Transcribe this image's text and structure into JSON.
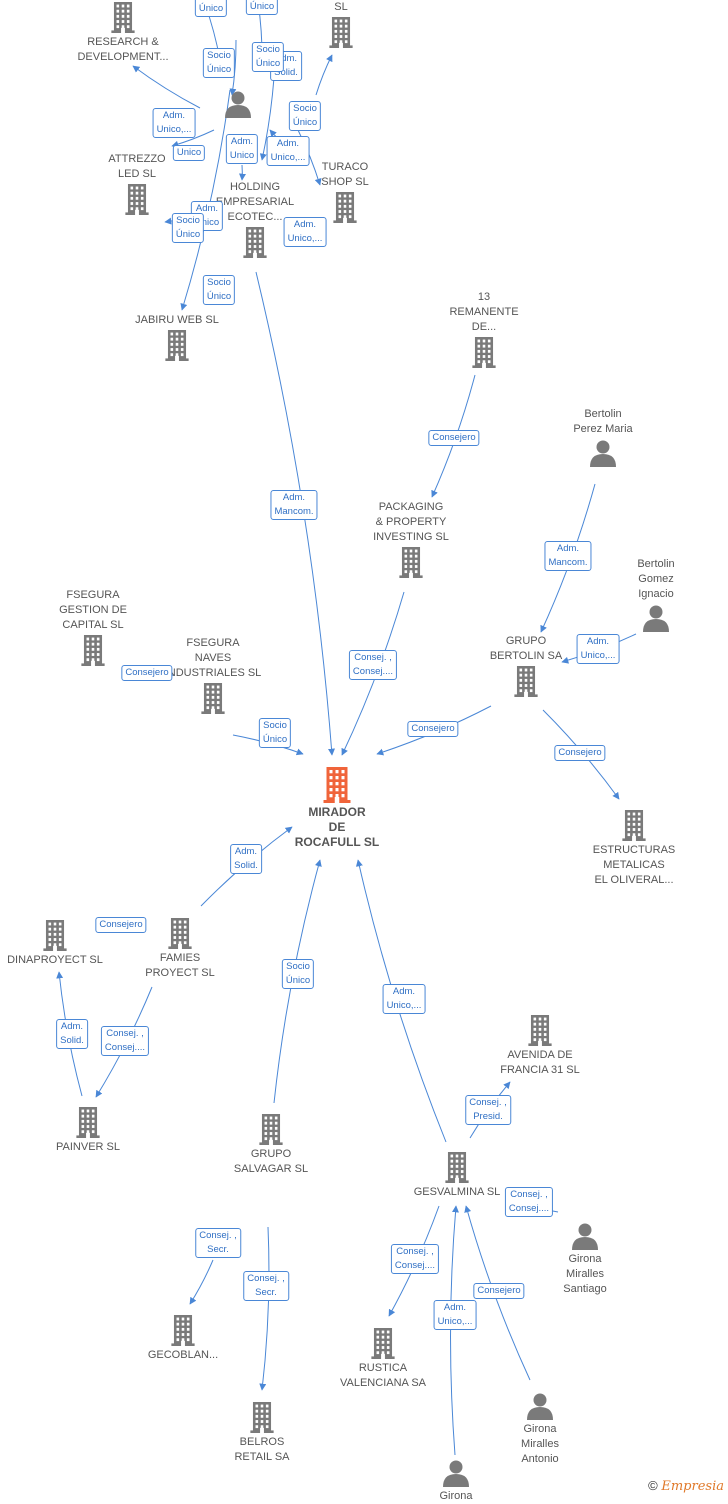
{
  "colors": {
    "edge": "#4a87d6",
    "node": "#7a7a7a",
    "main": "#f0643a"
  },
  "main": {
    "label": "MIRADOR\nDE\nROCAFULL SL"
  },
  "nodes": [
    {
      "id": "research",
      "label": "RESEARCH &\nDEVELOPMENT...",
      "kind": "company"
    },
    {
      "id": "slTop",
      "label": "SL",
      "kind": "company"
    },
    {
      "id": "personTop",
      "label": "",
      "kind": "person"
    },
    {
      "id": "attrezzo",
      "label": "ATTREZZO\nLED SL",
      "kind": "company"
    },
    {
      "id": "turaco",
      "label": "TURACO\nSHOP SL",
      "kind": "company"
    },
    {
      "id": "holding",
      "label": "HOLDING\nEMPRESARIAL\nECOTEC...",
      "kind": "company"
    },
    {
      "id": "jabiru",
      "label": "JABIRU WEB SL",
      "kind": "company"
    },
    {
      "id": "remanente",
      "label": "13\nREMANENTE\nDE...",
      "kind": "company"
    },
    {
      "id": "bertolinPM",
      "label": "Bertolin\nPerez Maria",
      "kind": "person"
    },
    {
      "id": "packaging",
      "label": "PACKAGING\n& PROPERTY\nINVESTING SL",
      "kind": "company"
    },
    {
      "id": "bertolinGI",
      "label": "Bertolin\nGomez\nIgnacio",
      "kind": "person"
    },
    {
      "id": "fsegura1",
      "label": "FSEGURA\nGESTION DE\nCAPITAL SL",
      "kind": "company"
    },
    {
      "id": "fsegura2",
      "label": "FSEGURA\nNAVES\nINDUSTRIALES SL",
      "kind": "company"
    },
    {
      "id": "bertolinSA",
      "label": "GRUPO\nBERTOLIN SA",
      "kind": "company"
    },
    {
      "id": "estructuras",
      "label": "ESTRUCTURAS\nMETALICAS\nEL OLIVERAL...",
      "kind": "company"
    },
    {
      "id": "dinaproyect",
      "label": "DINAPROYECT SL",
      "kind": "company"
    },
    {
      "id": "famies",
      "label": "FAMIES\nPROYECT SL",
      "kind": "company"
    },
    {
      "id": "avenida",
      "label": "AVENIDA DE\nFRANCIA 31 SL",
      "kind": "company"
    },
    {
      "id": "painver",
      "label": "PAINVER SL",
      "kind": "company"
    },
    {
      "id": "salvagar",
      "label": "GRUPO\nSALVAGAR SL",
      "kind": "company"
    },
    {
      "id": "gesvalmina",
      "label": "GESVALMINA SL",
      "kind": "company"
    },
    {
      "id": "gironaS",
      "label": "Girona\nMiralles\nSantiago",
      "kind": "person"
    },
    {
      "id": "gecoblan",
      "label": "GECOBLAN...",
      "kind": "company"
    },
    {
      "id": "rustica",
      "label": "RUSTICA\nVALENCIANA SA",
      "kind": "company"
    },
    {
      "id": "gironaA",
      "label": "Girona\nMiralles\nAntonio",
      "kind": "person"
    },
    {
      "id": "belros",
      "label": "BELROS\nRETAIL SA",
      "kind": "company"
    },
    {
      "id": "gironaB",
      "label": "Girona",
      "kind": "person"
    }
  ],
  "edge_labels": [
    {
      "id": "e1",
      "text": "Socio\nÚnico"
    },
    {
      "id": "e2",
      "text": "Socio\nÚnico"
    },
    {
      "id": "e3",
      "text": "Socio\nÚnico"
    },
    {
      "id": "e4",
      "text": "Adm.\nSolid."
    },
    {
      "id": "e5",
      "text": "Socio\nÚnico"
    },
    {
      "id": "e6",
      "text": "Adm.\nUnico,..."
    },
    {
      "id": "e7",
      "text": "Unico"
    },
    {
      "id": "e8",
      "text": "Adm.\nUnico"
    },
    {
      "id": "e9",
      "text": "Adm.\nUnico,..."
    },
    {
      "id": "e10",
      "text": "Socio\nÚnico"
    },
    {
      "id": "e11",
      "text": "Adm.\nUnico"
    },
    {
      "id": "e12",
      "text": "Socio\nÚnico"
    },
    {
      "id": "e13",
      "text": "Socio\nÚnico"
    },
    {
      "id": "e14",
      "text": "Adm.\nUnico,..."
    },
    {
      "id": "e15",
      "text": "Consejero"
    },
    {
      "id": "e16",
      "text": "Adm.\nMancom."
    },
    {
      "id": "e17",
      "text": "Adm.\nMancom."
    },
    {
      "id": "e18",
      "text": "Adm.\nUnico,..."
    },
    {
      "id": "e19",
      "text": "Consejero"
    },
    {
      "id": "e20",
      "text": "Consej. ,\nConsej...."
    },
    {
      "id": "e21",
      "text": "Consejero"
    },
    {
      "id": "e22",
      "text": "Socio\nÚnico"
    },
    {
      "id": "e23",
      "text": "Consejero"
    },
    {
      "id": "e24",
      "text": "Adm.\nSolid."
    },
    {
      "id": "e25",
      "text": "Consejero"
    },
    {
      "id": "e26",
      "text": "Socio\nÚnico"
    },
    {
      "id": "e27",
      "text": "Adm.\nSolid."
    },
    {
      "id": "e28",
      "text": "Consej. ,\nConsej...."
    },
    {
      "id": "e29",
      "text": "Adm.\nUnico,..."
    },
    {
      "id": "e30",
      "text": "Consej. ,\nPresid."
    },
    {
      "id": "e31",
      "text": "Consej. ,\nConsej...."
    },
    {
      "id": "e32",
      "text": "Consej. ,\nSecr."
    },
    {
      "id": "e33",
      "text": "Consej. ,\nConsej...."
    },
    {
      "id": "e34",
      "text": "Consej. ,\nSecr."
    },
    {
      "id": "e35",
      "text": "Consejero"
    },
    {
      "id": "e36",
      "text": "Adm.\nUnico,..."
    }
  ],
  "copyright": {
    "symbol": "©",
    "brand": "Empresia"
  }
}
